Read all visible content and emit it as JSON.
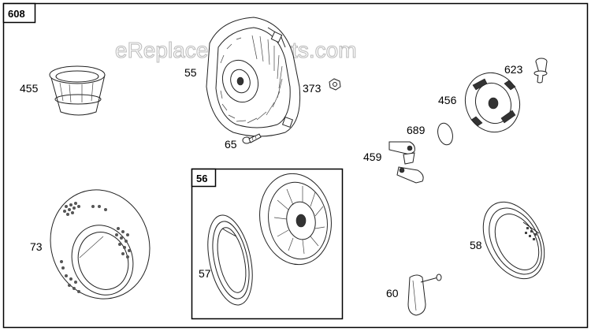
{
  "diagram": {
    "frame_label": "608",
    "sub_frame_label": "56",
    "watermark": "eReplacementParts.com",
    "parts": [
      {
        "id": "455"
      },
      {
        "id": "55"
      },
      {
        "id": "373"
      },
      {
        "id": "65"
      },
      {
        "id": "623"
      },
      {
        "id": "456"
      },
      {
        "id": "689"
      },
      {
        "id": "459"
      },
      {
        "id": "73"
      },
      {
        "id": "57"
      },
      {
        "id": "58"
      },
      {
        "id": "60"
      }
    ]
  }
}
